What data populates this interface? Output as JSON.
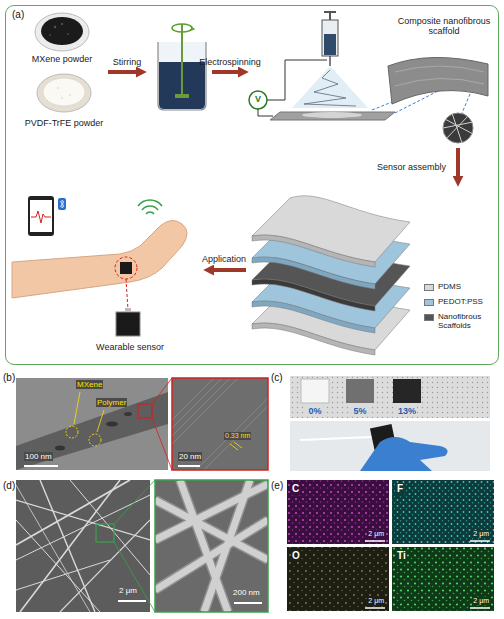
{
  "diagram": {
    "nodes": [
      {
        "text": [
          "(a)"
        ]
      },
      {
        "text": [
          "MXene powder"
        ],
        "in": 0
      },
      {
        "text": [
          "PVDF-TrFE powder"
        ],
        "in": 0
      },
      {
        "text": [
          "Composite nanofibrous scaffold"
        ],
        "in": 0
      },
      {
        "text": [
          "Wearable sensor"
        ],
        "in": 0
      }
    ],
    "labels": [
      "Stirring",
      "Electrospinning",
      "V",
      "Sensor assembly",
      "Application",
      "(b)",
      "MXene",
      "Polymer",
      "100 nm",
      "0.33 nm",
      "20 nm",
      "(c)",
      "0%",
      "5%",
      "13%",
      "(d)",
      "2 μm",
      "200 nm",
      "(e)",
      "C",
      "2 μm",
      "F",
      "2 μm",
      "O",
      "2 μm",
      "Ti",
      "2 μm"
    ],
    "legend": [
      {
        "text": "PDMS",
        "color": "#d9d9d9"
      },
      {
        "text": "PEDOT:PSS",
        "color": "#9fc5dc"
      },
      {
        "text": "Nanofibrous Scaffolds",
        "color": "#555555"
      }
    ]
  }
}
